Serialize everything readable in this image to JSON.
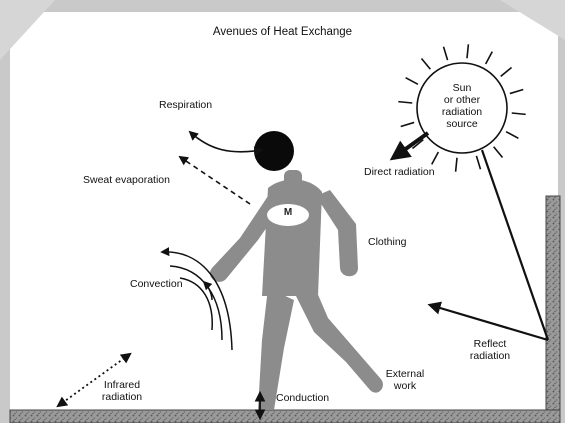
{
  "diagram": {
    "title": "Avenues of Heat  Exchange",
    "labels": {
      "respiration": "Respiration",
      "sweat_evaporation": "Sweat evaporation",
      "convection": "Convection",
      "infrared_radiation_1": "Infrared",
      "infrared_radiation_2": "radiation",
      "conduction": "Conduction",
      "external_work_1": "External",
      "external_work_2": "work",
      "clothing": "Clothing",
      "metabolism": "M",
      "sun_1": "Sun",
      "sun_2": "or other",
      "sun_3": "radiation",
      "sun_4": "source",
      "direct_radiation": "Direct radiation",
      "reflect_radiation_1": "Reflect",
      "reflect_radiation_2": "radiation"
    }
  },
  "colors": {
    "frame": "#c9c9c9",
    "panel": "#ffffff",
    "figure": "#8c8c8c",
    "head": "#0a0a0a",
    "ink": "#111111"
  }
}
